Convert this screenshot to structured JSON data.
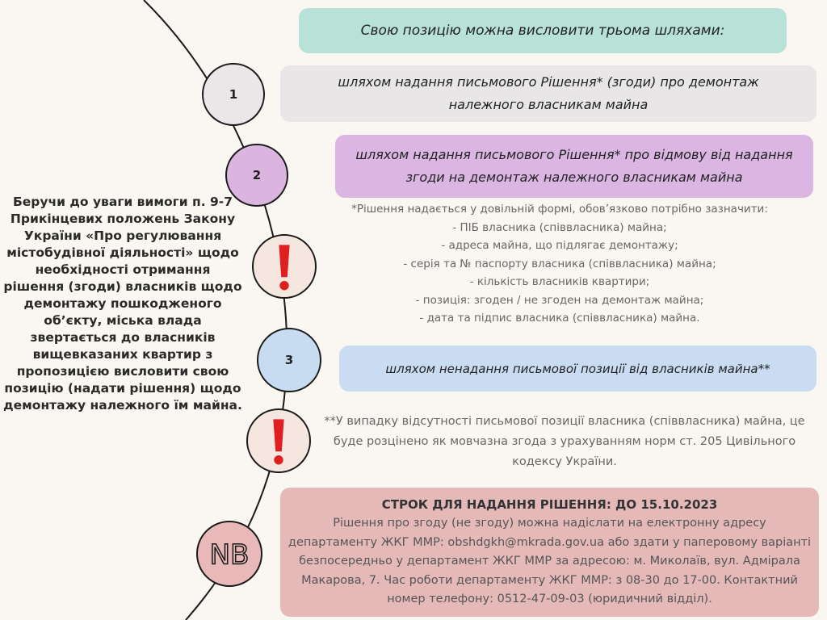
{
  "header": {
    "title": "Свою позицію можна висловити трьома шляхами:"
  },
  "steps": [
    {
      "number": "1",
      "text": "шляхом надання письмового Рішення* (згоди) про демонтаж належного власникам майна"
    },
    {
      "number": "2",
      "text": "шляхом надання письмового Рішення* про відмову від надання згоди на демонтаж належного власникам майна"
    },
    {
      "number": "3",
      "text": "шляхом ненадання письмової позиції від власників майна**"
    }
  ],
  "intro": "Беручи до уваги вимоги п. 9-7 Прикінцевих положень Закону України «Про регулювання містобудівної діяльності» щодо необхідності отримання рішення (згоди) власників щодо демонтажу пошкодженого об’єкту, міська влада звертається до власників вищевказаних квартир з пропозицією висловити свою позицію (надати рішення) щодо демонтажу належного їм майна.",
  "note1": {
    "lead": "*Рішення надається у довільній формі, обов’язково потрібно зазначити:",
    "items": [
      "- ПІБ власника (співвласника) майна;",
      "- адреса майна, що підлягає демонтажу;",
      "- серія та № паспорту власника (співвласника) майна;",
      "- кількість власників квартири;",
      "- позиція: згоден / не згоден на демонтаж майна;",
      "- дата та підпис власника (співвласника) майна."
    ]
  },
  "note2": "**У випадку відсутності письмової позиції власника (співвласника) майна, це буде розцінено як мовчазна згода  з урахуванням норм ст. 205 Цивільного кодексу України.",
  "deadline": {
    "title": "СТРОК ДЛЯ НАДАННЯ РІШЕННЯ: ДО 15.10.2023",
    "body": "Рішення про згоду (не згоду) можна надіслати на електронну адресу департаменту ЖКГ ММР: obshdgkh@mkrada.gov.ua або здати у паперовому варіанті безпосередньо у департамент ЖКГ ММР за адресою: м. Миколаїв, вул. Адмірала Макарова, 7. Час роботи департаменту ЖКГ ММР: з 08-30 до 17-00. Контактний номер телефону: 0512-47-09-03 (юридичний відділ)."
  },
  "logo": {
    "text": "NB"
  },
  "icons": {
    "warning": "exclamation-icon"
  },
  "colors": {
    "teal": "#b8e2d7",
    "grey": "#e8e6e6",
    "lilac": "#dbb6e2",
    "blue": "#c9dcf2",
    "pink": "#e6b9b9",
    "warning_red": "#e02020"
  }
}
